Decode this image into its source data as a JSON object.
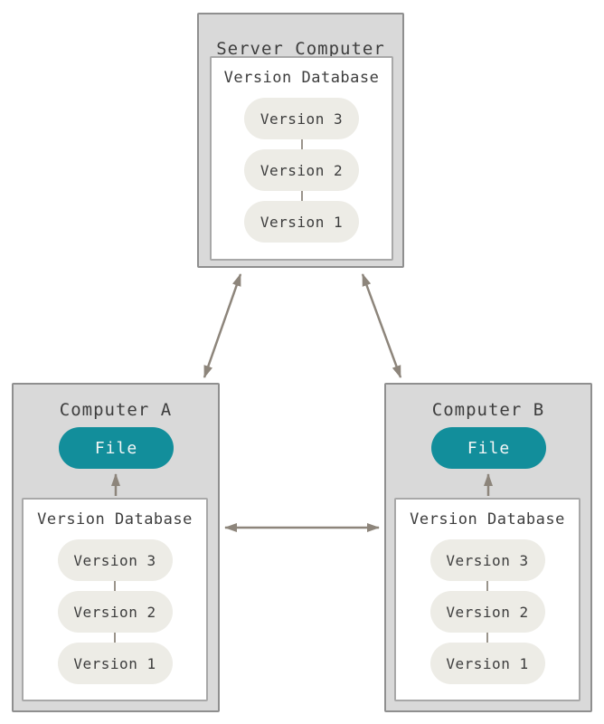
{
  "server": {
    "title": "Server Computer",
    "db_label": "Version Database",
    "versions": [
      "Version 3",
      "Version 2",
      "Version 1"
    ]
  },
  "computer_a": {
    "title": "Computer A",
    "file_label": "File",
    "db_label": "Version Database",
    "versions": [
      "Version 3",
      "Version 2",
      "Version 1"
    ]
  },
  "computer_b": {
    "title": "Computer B",
    "file_label": "File",
    "db_label": "Version Database",
    "versions": [
      "Version 3",
      "Version 2",
      "Version 1"
    ]
  },
  "colors": {
    "teal": "#128e9b",
    "box_fill": "#d9d9d9",
    "box_border": "#8f8f8f",
    "inner_border": "#a8a8a8",
    "pill_fill": "#edece6",
    "arrow": "#8d857b",
    "connector": "#9a948b",
    "text": "#3d3d3d"
  }
}
